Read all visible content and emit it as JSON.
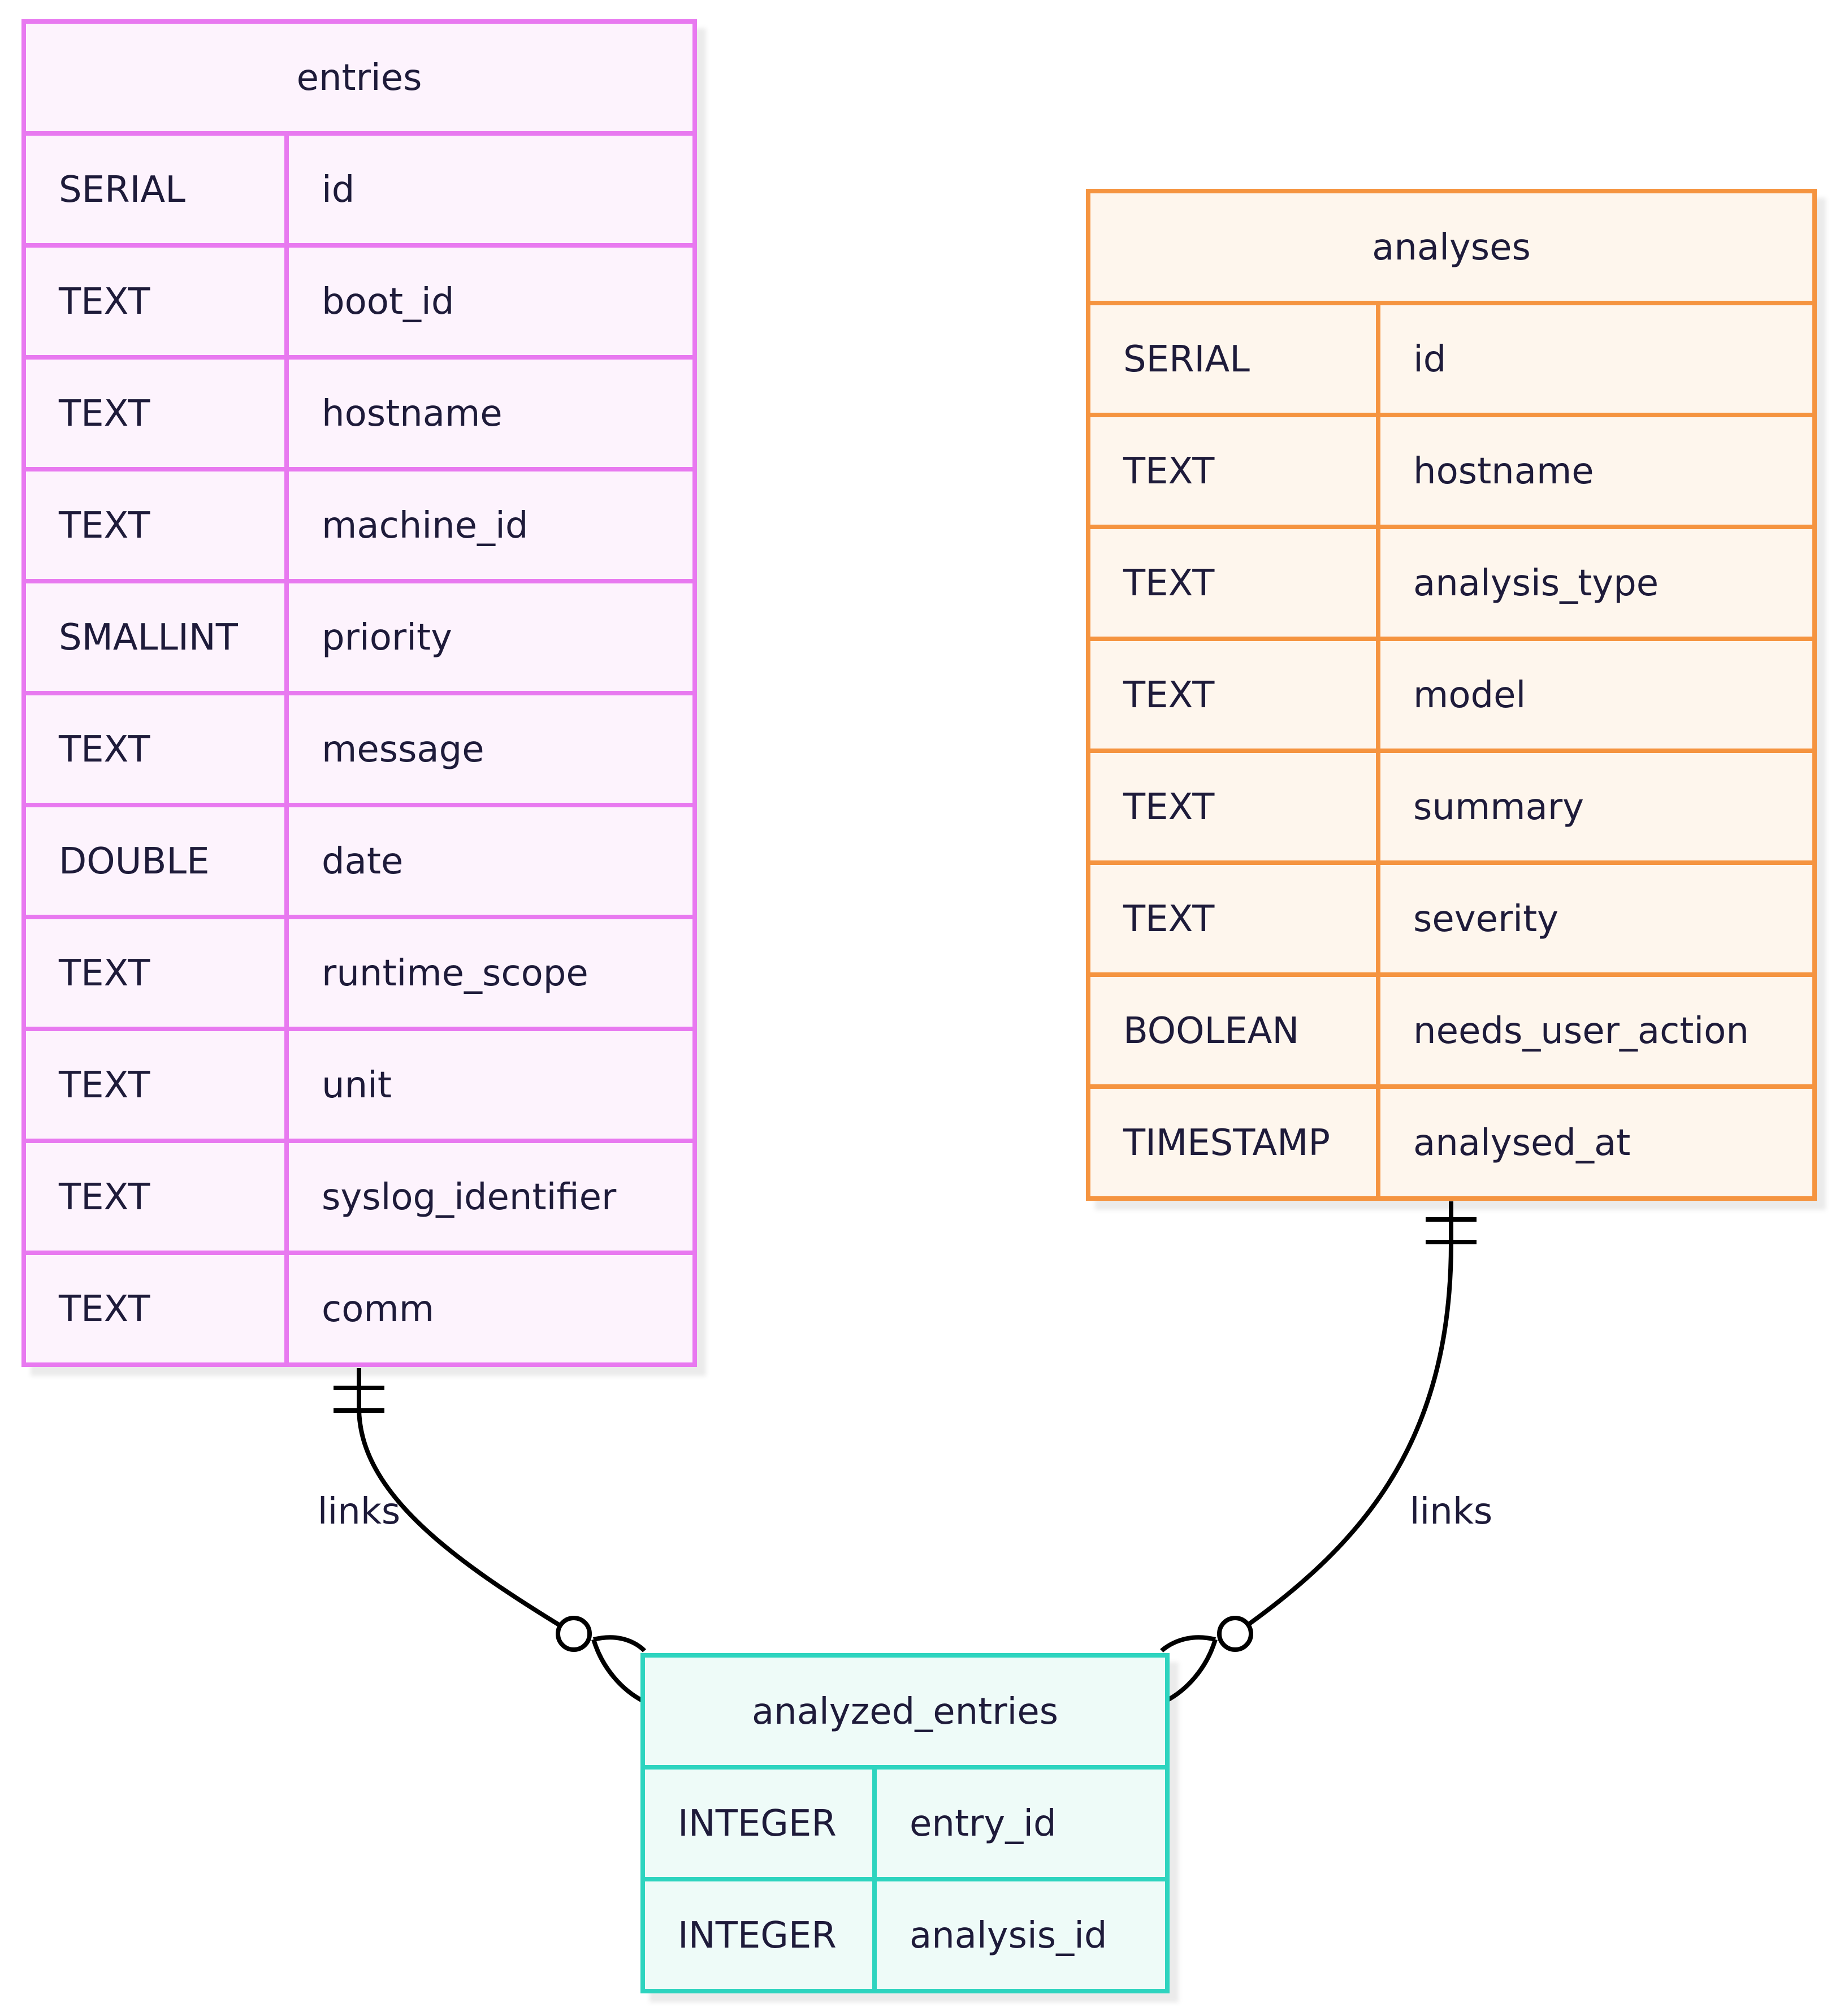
{
  "entities": [
    {
      "key": "entries",
      "title": "entries",
      "stroke": "#e879f0",
      "fill": "#fdf3fd",
      "rows": [
        [
          "SERIAL",
          "id"
        ],
        [
          "TEXT",
          "boot_id"
        ],
        [
          "TEXT",
          "hostname"
        ],
        [
          "TEXT",
          "machine_id"
        ],
        [
          "SMALLINT",
          "priority"
        ],
        [
          "TEXT",
          "message"
        ],
        [
          "DOUBLE",
          "date"
        ],
        [
          "TEXT",
          "runtime_scope"
        ],
        [
          "TEXT",
          "unit"
        ],
        [
          "TEXT",
          "syslog_identifier"
        ],
        [
          "TEXT",
          "comm"
        ]
      ]
    },
    {
      "key": "analyses",
      "title": "analyses",
      "stroke": "#f59440",
      "fill": "#fef6ed",
      "rows": [
        [
          "SERIAL",
          "id"
        ],
        [
          "TEXT",
          "hostname"
        ],
        [
          "TEXT",
          "analysis_type"
        ],
        [
          "TEXT",
          "model"
        ],
        [
          "TEXT",
          "summary"
        ],
        [
          "TEXT",
          "severity"
        ],
        [
          "BOOLEAN",
          "needs_user_action"
        ],
        [
          "TIMESTAMP",
          "analysed_at"
        ]
      ]
    },
    {
      "key": "analyzed_entries",
      "title": "analyzed_entries",
      "stroke": "#2dd4bf",
      "fill": "#eefbf8",
      "rows": [
        [
          "INTEGER",
          "entry_id"
        ],
        [
          "INTEGER",
          "analysis_id"
        ]
      ]
    }
  ],
  "relationships": [
    {
      "from": "entries",
      "to": "analyzed_entries",
      "label": "links",
      "from_cardinality": "exactly-one",
      "to_cardinality": "zero-or-many"
    },
    {
      "from": "analyses",
      "to": "analyzed_entries",
      "label": "links",
      "from_cardinality": "exactly-one",
      "to_cardinality": "zero-or-many"
    }
  ],
  "text_color": "#1e1b3a",
  "line_color": "#000000"
}
